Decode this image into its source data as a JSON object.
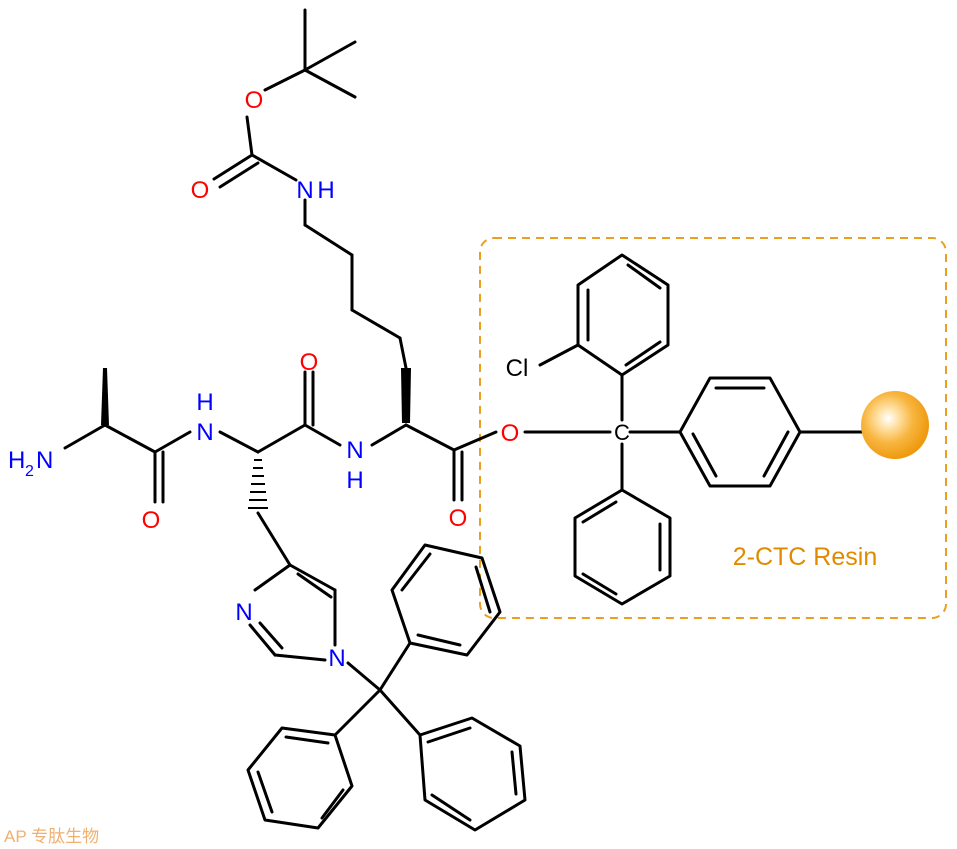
{
  "atoms": {
    "nh2_main": "H",
    "nh2_sub": "2",
    "nh2_n": "N",
    "nh_his_h": "H",
    "nh_his_n": "N",
    "nh_lys_n": "N",
    "nh_lys_h": "H",
    "nh_boc_n": "N",
    "nh_boc_h": "H",
    "o_ala": "O",
    "o_his": "O",
    "o_lys": "O",
    "o_ester": "O",
    "o_boc_carbonyl": "O",
    "o_boc_ether": "O",
    "n_imid_1": "N",
    "n_imid_2": "N",
    "cl": "Cl",
    "c_trityl": "C"
  },
  "resin": {
    "label": "2-CTC Resin"
  },
  "watermark": {
    "text": "AP 专肽生物"
  },
  "colors": {
    "bond": "#000000",
    "nitrogen": "#0000ff",
    "oxygen": "#ff0000",
    "chlorine": "#000000",
    "resin_frame": "#e8a020",
    "resin_label": "#e08a00",
    "bead": "#f5a623",
    "watermark": "#f0b070"
  }
}
